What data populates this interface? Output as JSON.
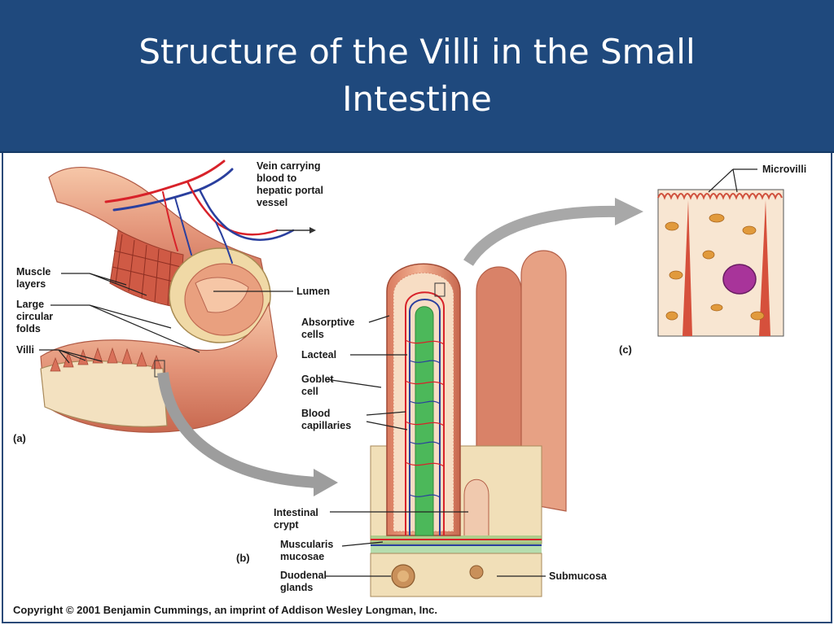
{
  "slide": {
    "title": "Structure of the Villi in the Small Intestine",
    "colors": {
      "title_bg": "#1f497d",
      "title_text": "#ffffff"
    }
  },
  "figure": {
    "panels": {
      "a": "(a)",
      "b": "(b)",
      "c": "(c)"
    },
    "labels": {
      "vein_line1": "Vein carrying",
      "vein_line2": "blood to",
      "vein_line3": "hepatic portal",
      "vein_line4": "vessel",
      "muscle_line1": "Muscle",
      "muscle_line2": "layers",
      "folds_line1": "Large",
      "folds_line2": "circular",
      "folds_line3": "folds",
      "villi": "Villi",
      "lumen": "Lumen",
      "absorptive_line1": "Absorptive",
      "absorptive_line2": "cells",
      "lacteal": "Lacteal",
      "goblet_line1": "Goblet",
      "goblet_line2": "cell",
      "capillaries_line1": "Blood",
      "capillaries_line2": "capillaries",
      "crypt_line1": "Intestinal",
      "crypt_line2": "crypt",
      "muscularis_line1": "Muscularis",
      "muscularis_line2": "mucosae",
      "duodenal_line1": "Duodenal",
      "duodenal_line2": "glands",
      "submucosa": "Submucosa",
      "microvilli": "Microvilli"
    },
    "copyright": "Copyright © 2001 Benjamin Cummings, an imprint of Addison Wesley Longman, Inc."
  }
}
